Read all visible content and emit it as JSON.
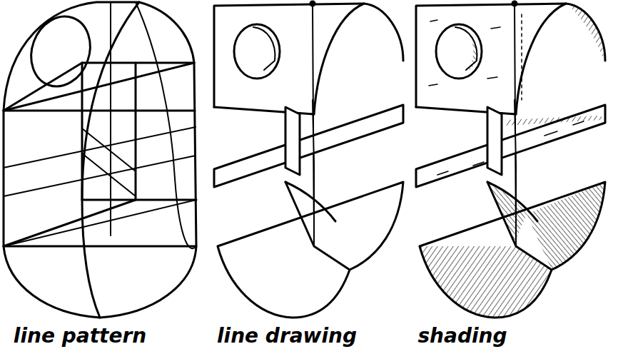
{
  "diagram": {
    "labels": [
      "line pattern",
      "line drawing",
      "shading"
    ]
  }
}
